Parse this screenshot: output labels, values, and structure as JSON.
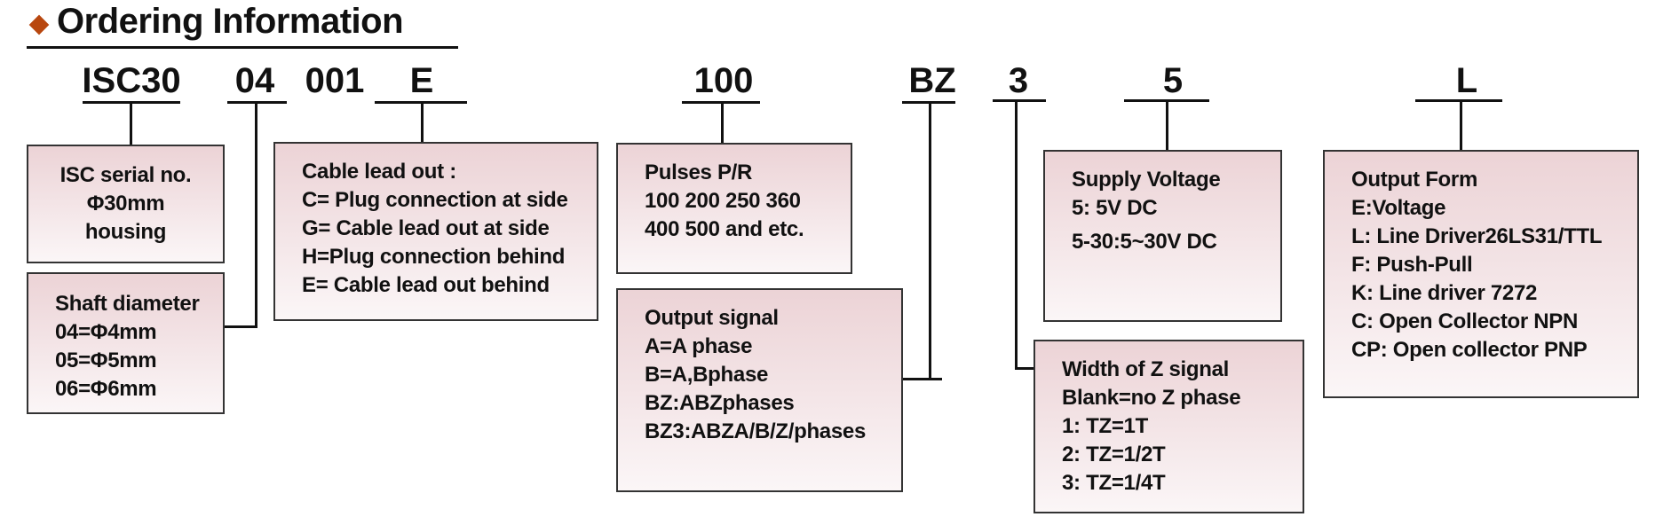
{
  "header": {
    "title": "Ordering Information",
    "bullet_icon": "diamond-icon"
  },
  "colors": {
    "bullet": "#b8470f",
    "box_fill_top": "#ecd3d6",
    "box_fill_bottom": "#fbf6f7",
    "lines": "#111111"
  },
  "codes": {
    "series": "ISC30",
    "shaft": "04",
    "fixed": "001",
    "cable": "E",
    "pulses": "100",
    "output_signal": "BZ",
    "z_width": "3",
    "voltage": "5",
    "output_form": "L"
  },
  "boxes": {
    "serial": {
      "lines": [
        "ISC serial no.",
        "Φ30mm",
        "housing"
      ]
    },
    "shaft": {
      "lines": [
        "Shaft diameter",
        "04=Φ4mm",
        "05=Φ5mm",
        "06=Φ6mm"
      ]
    },
    "cable": {
      "lines": [
        "Cable lead out :",
        "C= Plug connection at side",
        "G= Cable lead out at side",
        "H=Plug connection behind",
        "E= Cable lead out behind"
      ]
    },
    "pulses": {
      "lines": [
        "Pulses P/R",
        "100 200 250 360",
        "400 500 and etc."
      ]
    },
    "output_signal": {
      "lines": [
        "Output signal",
        "A=A phase",
        "B=A,Bphase",
        "BZ:ABZphases",
        "BZ3:ABZA/B/Z/phases"
      ]
    },
    "voltage": {
      "lines": [
        "Supply Voltage",
        "5: 5V DC",
        "5-30:5~30V DC"
      ]
    },
    "z_width": {
      "lines": [
        "Width of Z signal",
        "Blank=no Z phase",
        "1: TZ=1T",
        "2: TZ=1/2T",
        "3: TZ=1/4T"
      ]
    },
    "output_form": {
      "lines": [
        "Output Form",
        "E:Voltage",
        "L: Line Driver26LS31/TTL",
        "F: Push-Pull",
        "K:   Line driver 7272",
        "C: Open Collector NPN",
        "CP: Open collector PNP"
      ]
    }
  }
}
